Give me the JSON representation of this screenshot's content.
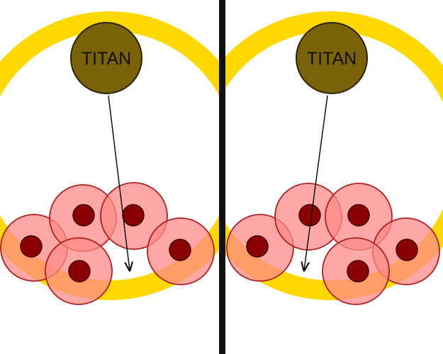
{
  "colors": {
    "background": "#ffffff",
    "ring": "#ffd800",
    "ring_overlap": "#ff8a00",
    "titan_fill": "#7a6208",
    "titan_stroke": "#2a2306",
    "cell_fill": "#ff8a8a",
    "cell_stroke": "#b02020",
    "nucleus_fill": "#8a0000",
    "nucleus_stroke": "#3a0000",
    "arrow": "#111111",
    "divider": "#111111"
  },
  "panels": [
    {
      "titan": {
        "label": "TITAN",
        "icon": "titan-body"
      }
    },
    {
      "titan": {
        "label": "TITAN",
        "icon": "titan-body"
      }
    }
  ]
}
